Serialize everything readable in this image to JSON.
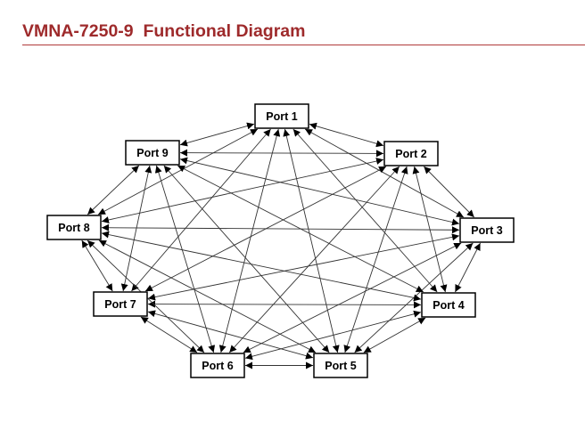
{
  "header": {
    "title": "VMNA-7250-9  Functional Diagram"
  },
  "diagram": {
    "type": "complete-graph",
    "connection_style": "bidirectional-arrow",
    "nodes": [
      {
        "id": "p1",
        "label": "Port 1"
      },
      {
        "id": "p2",
        "label": "Port 2"
      },
      {
        "id": "p3",
        "label": "Port 3"
      },
      {
        "id": "p4",
        "label": "Port 4"
      },
      {
        "id": "p5",
        "label": "Port 5"
      },
      {
        "id": "p6",
        "label": "Port 6"
      },
      {
        "id": "p7",
        "label": "Port 7"
      },
      {
        "id": "p8",
        "label": "Port 8"
      },
      {
        "id": "p9",
        "label": "Port 9"
      }
    ],
    "edges": "all-pairs",
    "colors": {
      "title": "#9e2a2b",
      "rule": "#b03a3a",
      "line": "#333333",
      "box_border": "#000000"
    }
  }
}
